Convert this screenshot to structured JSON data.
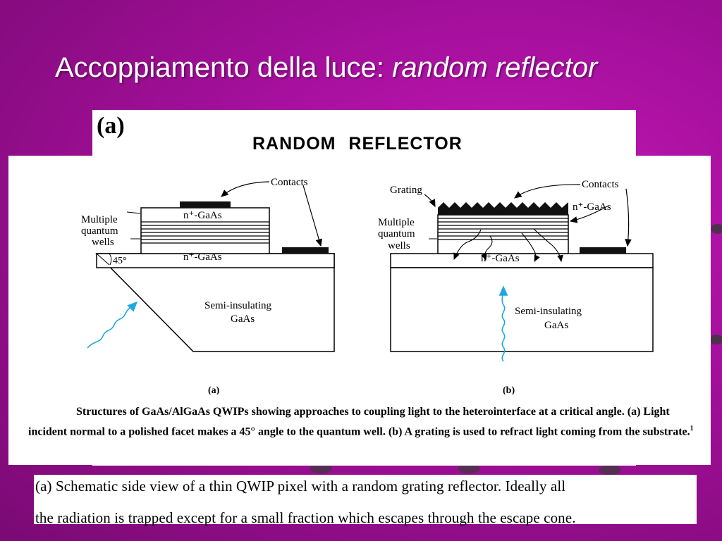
{
  "slide": {
    "title_plain": "Accoppiamento della luce: ",
    "title_italic": "random reflector"
  },
  "figure": {
    "panel_label": "(a)",
    "heading": "RANDOM  REFLECTOR",
    "left": {
      "contacts_label": "Contacts",
      "top_layer": "n⁺-GaAs",
      "mqw_line1": "Multiple",
      "mqw_line2": "quantum",
      "mqw_line3": "wells",
      "bottom_layer": "n⁺-GaAs",
      "angle": "45°",
      "substrate_line1": "Semi-insulating",
      "substrate_line2": "GaAs",
      "sub_label": "(a)"
    },
    "right": {
      "grating_label": "Grating",
      "contacts_label": "Contacts",
      "top_layer": "n⁺-GaAs",
      "mqw_line1": "Multiple",
      "mqw_line2": "quantum",
      "mqw_line3": "wells",
      "bottom_layer": "n⁺-GaAs",
      "substrate_line1": "Semi-insulating",
      "substrate_line2": "GaAs",
      "sub_label": "(b)"
    },
    "caption": "Structures of GaAs/AlGaAs QWIPs showing approaches to coupling light to the heterointerface at a critical angle. (a) Light incident normal to a polished facet makes a 45° angle to the quantum well. (b) A grating is used to refract light coming from the substrate.",
    "caption_ref": "1"
  },
  "note": {
    "line1": "(a) Schematic side view of a thin QWIP pixel with a random grating reflector. Ideally all",
    "line2": "the radiation is trapped except for a small fraction which escapes through the escape cone."
  },
  "colors": {
    "background": "#a30f9a",
    "light_arrow": "#1fa8e0"
  }
}
